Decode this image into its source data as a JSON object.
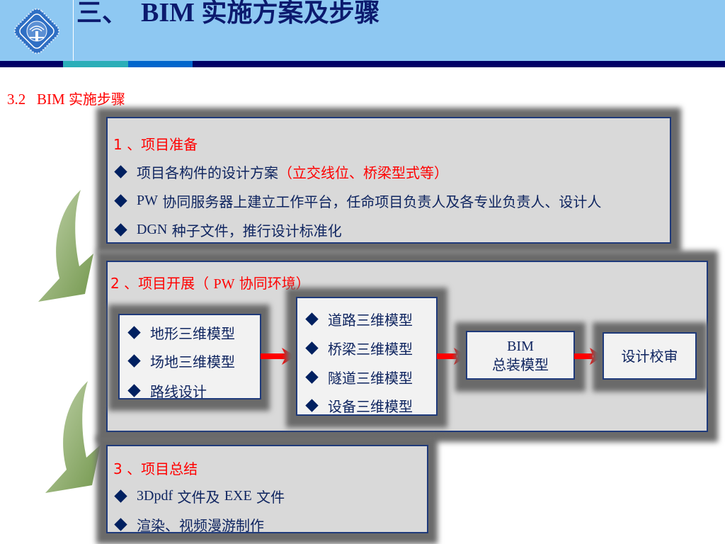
{
  "header": {
    "title_prefix": "三、",
    "title_latin": "BIM",
    "title_suffix": "实施方案及步骤",
    "logo_icon": "university-seal-icon",
    "colors": {
      "header_bg": "#8ec8f2",
      "title": "#0c1a6e",
      "band_navy": "#000066",
      "band_teal": "#2aaeb8",
      "band_blue": "#0066cc"
    }
  },
  "subtitle": {
    "number": "3.2",
    "latin": "BIM",
    "text": "实施步骤"
  },
  "step1": {
    "heading": "1 、项目准备",
    "bullets": [
      {
        "text": "项目各构件的设计方案",
        "highlight": "（立交线位、桥梁型式等）"
      },
      {
        "latin": "PW",
        "text": "协同服务器上建立工作平台，任命项目负责人及各专业负责人、设计人"
      },
      {
        "latin": "DGN",
        "text": "种子文件，推行设计标准化"
      }
    ]
  },
  "step2": {
    "heading_prefix": "2 、项目开展（ ",
    "heading_latin": "PW",
    "heading_suffix": " 协同环境）",
    "box_a": [
      "地形三维模型",
      "场地三维模型",
      "路线设计"
    ],
    "box_b": [
      "道路三维模型",
      "桥梁三维模型",
      "隧道三维模型",
      "设备三维模型"
    ],
    "box_c": {
      "line1": "BIM",
      "line2": "总装模型"
    },
    "box_d": "设计校审"
  },
  "step3": {
    "heading": "3 、项目总结",
    "bullets": [
      {
        "latin": "3Dpdf",
        "text": "文件及",
        "latin2": "EXE",
        "text2": "文件"
      },
      {
        "text": "渲染、视频漫游制作"
      }
    ]
  },
  "colors": {
    "heading_red": "#ff0000",
    "body_navy": "#0f2560",
    "bullet": "#002060",
    "panel_bg": "#d9d9d9",
    "inner_bg": "#f2f2f2",
    "border": "#1f3a7a",
    "arrow_green": "#8aa86a",
    "arrow_red": "#ff0000"
  }
}
